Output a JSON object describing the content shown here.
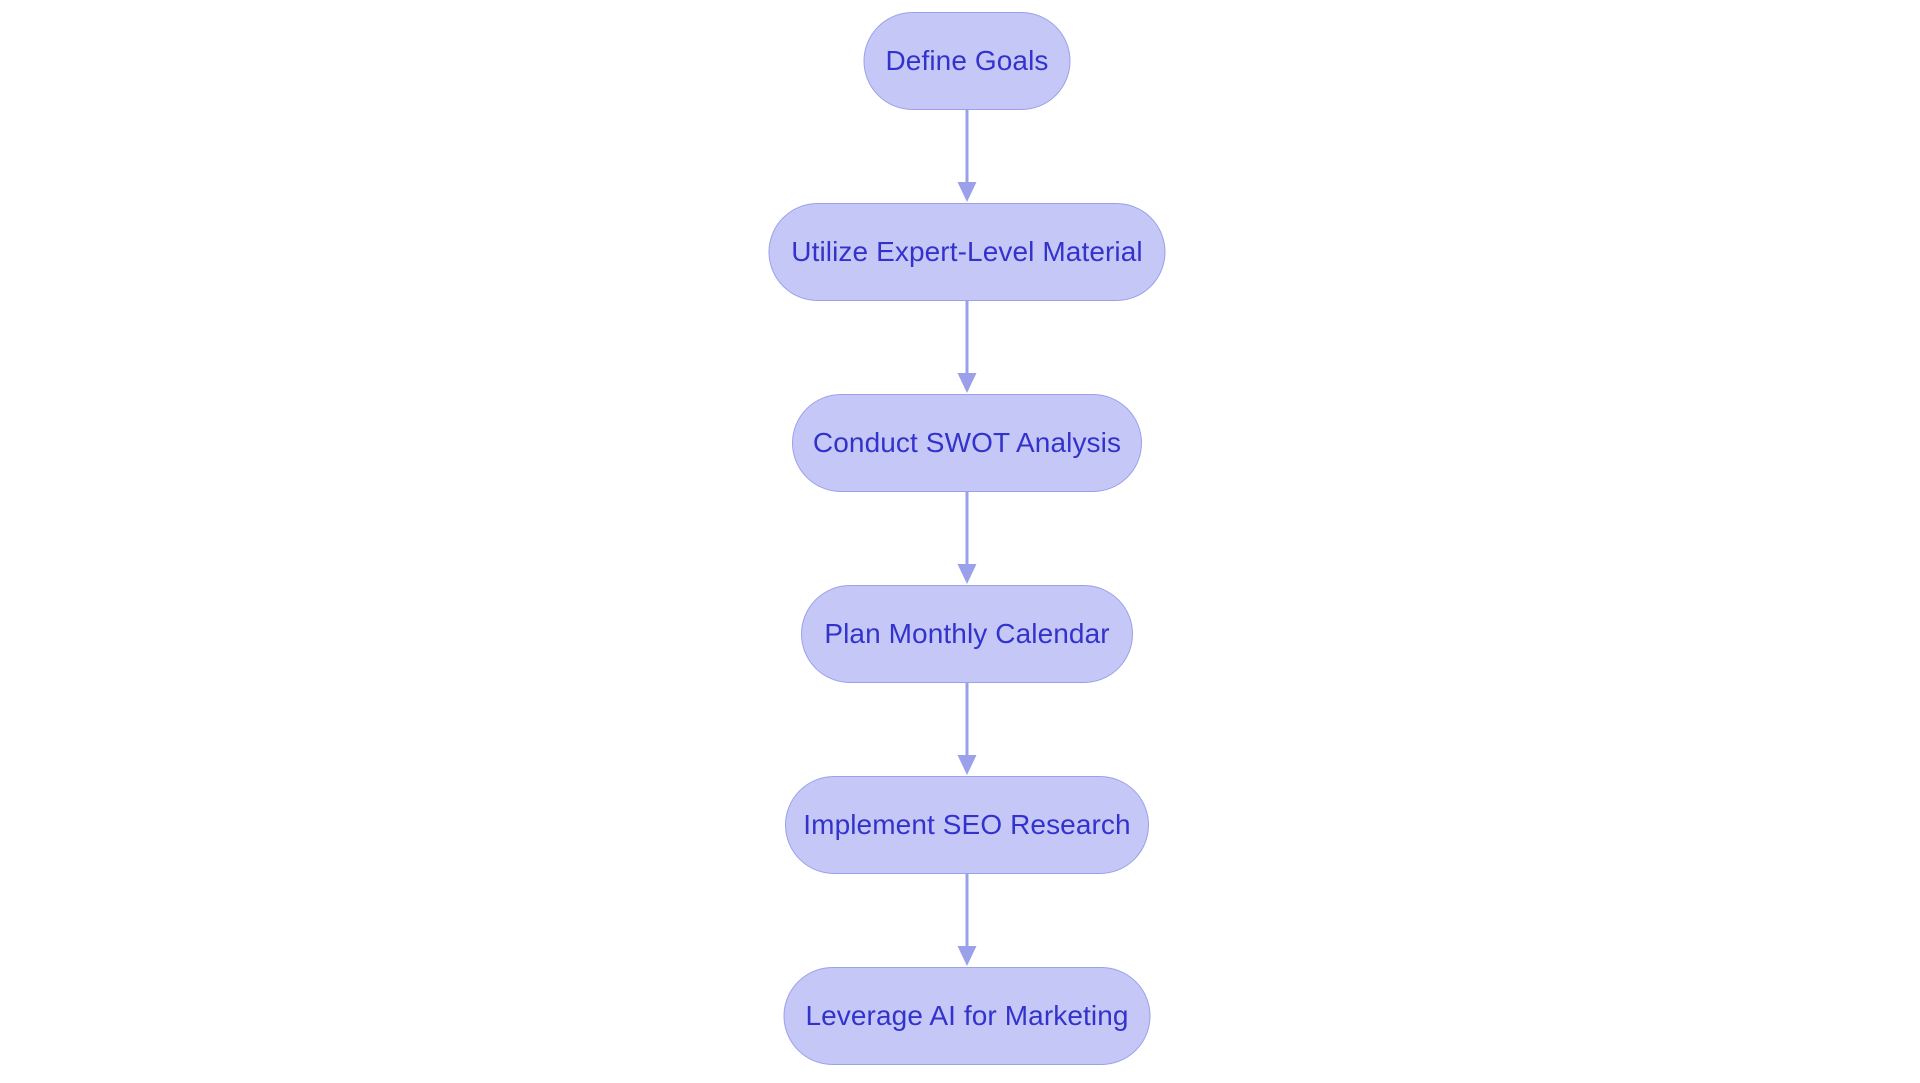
{
  "diagram": {
    "type": "flowchart",
    "orientation": "top-to-bottom",
    "title": "",
    "background_color": "#ffffff",
    "node_fill_color": "#c5c8f7",
    "node_border_color": "#9aa0ea",
    "node_text_color": "#3333cc",
    "edge_color": "#9aa0ea",
    "node_shape": "stadium",
    "nodes": [
      {
        "id": "n0",
        "label": "Define Goals"
      },
      {
        "id": "n1",
        "label": "Utilize Expert-Level Material"
      },
      {
        "id": "n2",
        "label": "Conduct SWOT Analysis"
      },
      {
        "id": "n3",
        "label": "Plan Monthly Calendar"
      },
      {
        "id": "n4",
        "label": "Implement SEO Research"
      },
      {
        "id": "n5",
        "label": "Leverage AI for Marketing"
      }
    ],
    "edges": [
      {
        "id": "e0",
        "from": "n0",
        "to": "n1",
        "label": "",
        "arrow": "down-arrow"
      },
      {
        "id": "e1",
        "from": "n1",
        "to": "n2",
        "label": "",
        "arrow": "down-arrow"
      },
      {
        "id": "e2",
        "from": "n2",
        "to": "n3",
        "label": "",
        "arrow": "down-arrow"
      },
      {
        "id": "e3",
        "from": "n3",
        "to": "n4",
        "label": "",
        "arrow": "down-arrow"
      },
      {
        "id": "e4",
        "from": "n4",
        "to": "n5",
        "label": "",
        "arrow": "down-arrow"
      }
    ]
  }
}
